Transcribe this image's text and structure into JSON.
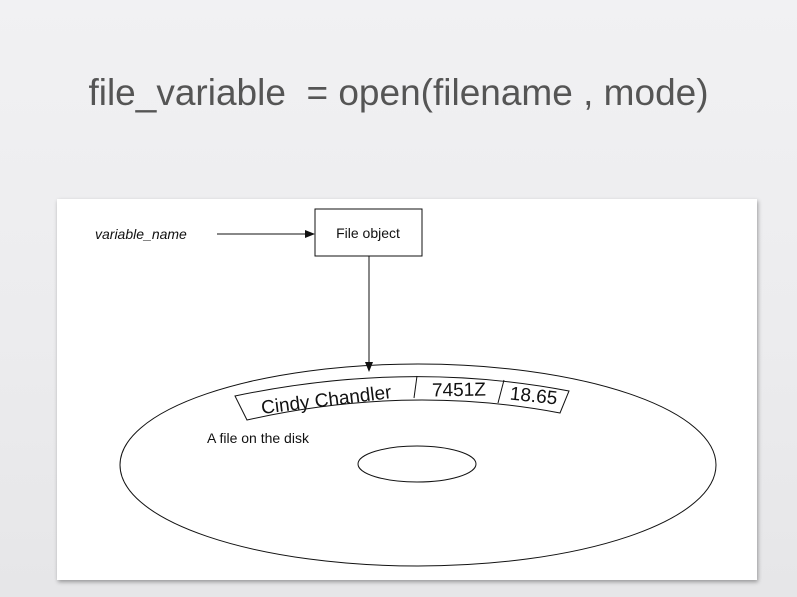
{
  "slide": {
    "title": "file_variable  = open(filename , mode)"
  },
  "diagram": {
    "variable_label": "variable_name",
    "file_object_label": "File object",
    "disk_label": "A file on the disk",
    "record_fields": [
      "Cindy Chandler",
      "7451Z",
      "18.65"
    ]
  }
}
